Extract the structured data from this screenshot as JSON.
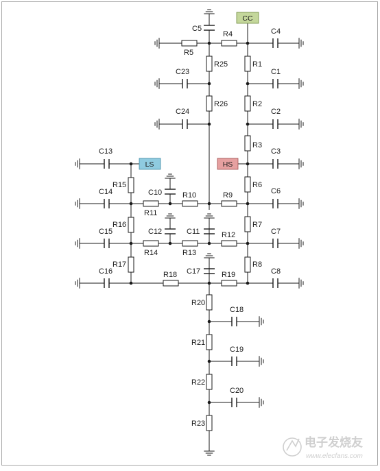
{
  "nets": {
    "cc": {
      "label": "CC",
      "color": "#c4d79b"
    },
    "hs": {
      "label": "HS",
      "color": "#e6a0a0"
    },
    "ls": {
      "label": "LS",
      "color": "#8fcbe0"
    }
  },
  "resistors": {
    "R1": "R1",
    "R2": "R2",
    "R3": "R3",
    "R4": "R4",
    "R5": "R5",
    "R6": "R6",
    "R7": "R7",
    "R8": "R8",
    "R9": "R9",
    "R10": "R10",
    "R11": "R11",
    "R12": "R12",
    "R13": "R13",
    "R14": "R14",
    "R15": "R15",
    "R16": "R16",
    "R17": "R17",
    "R18": "R18",
    "R19": "R19",
    "R20": "R20",
    "R21": "R21",
    "R22": "R22",
    "R23": "R23",
    "R25": "R25",
    "R26": "R26"
  },
  "capacitors": {
    "C1": "C1",
    "C2": "C2",
    "C3": "C3",
    "C4": "C4",
    "C5": "C5",
    "C6": "C6",
    "C7": "C7",
    "C8": "C8",
    "C10": "C10",
    "C11": "C11",
    "C12": "C12",
    "C13": "C13",
    "C14": "C14",
    "C15": "C15",
    "C16": "C16",
    "C17": "C17",
    "C18": "C18",
    "C19": "C19",
    "C20": "C20",
    "C23": "C23",
    "C24": "C24"
  },
  "watermark": {
    "brand": "电子发烧友",
    "url": "www.elecfans.com",
    "color": "#c8c8c8"
  }
}
